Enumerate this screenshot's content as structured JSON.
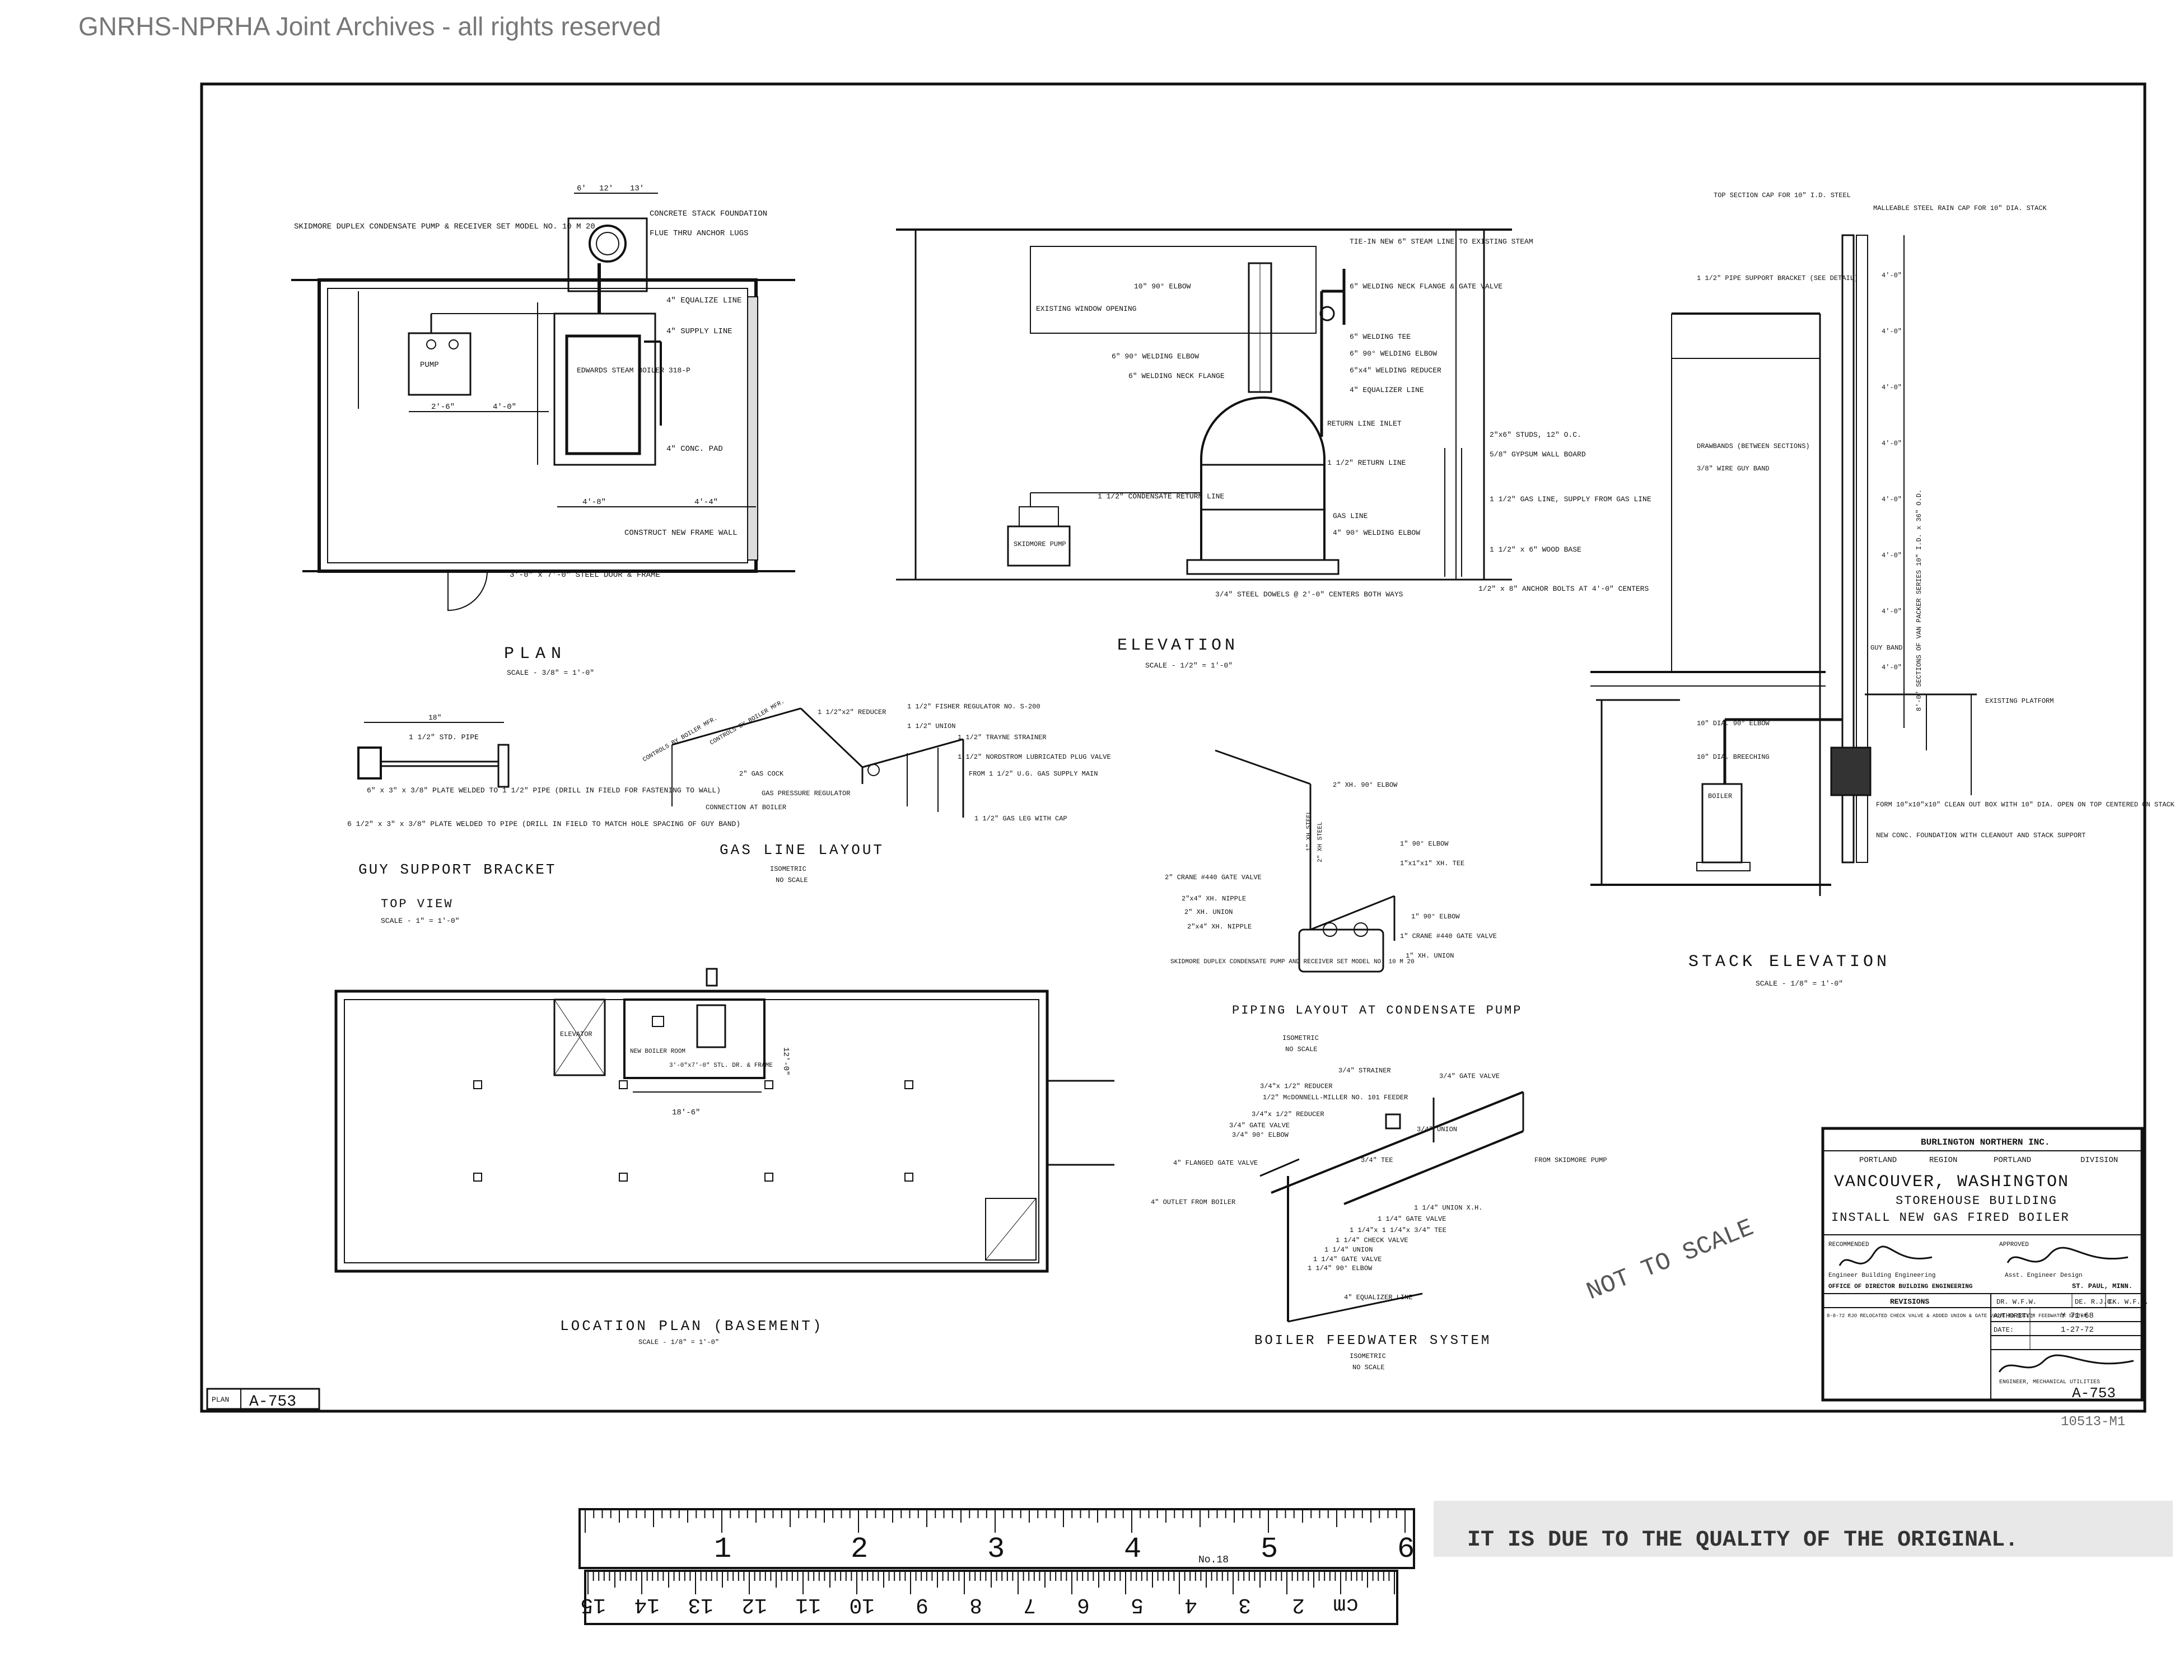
{
  "archive_header": "GNRHS-NPRHA Joint Archives - all rights reserved",
  "stamp": "NOT TO SCALE",
  "plan": {
    "title": "PLAN",
    "scale": "SCALE - 3/8\" = 1'-0\"",
    "notes": {
      "pump": "SKIDMORE DUPLEX CONDENSATE PUMP & RECEIVER SET MODEL NO. 10 M 20",
      "pump_label": "PUMP",
      "boiler": "EDWARDS STEAM BOILER 318-P",
      "concrete": "CONCRETE STACK FOUNDATION",
      "flue": "FLUE THRU ANCHOR LUGS",
      "supply": "4\" SUPPLY LINE",
      "equalize": "4\" EQUALIZE LINE",
      "pad": "4\" CONC. PAD",
      "frame_wall": "CONSTRUCT NEW FRAME WALL",
      "door": "3'-0\" x 7'-0\" STEEL DOOR & FRAME",
      "d1": "2'-6\"",
      "d2": "4'-0\"",
      "d3": "4'-8\"",
      "d4": "4'-4\"",
      "d5": "6'",
      "d6": "12'",
      "d7": "13'"
    }
  },
  "elevation": {
    "title": "ELEVATION",
    "scale": "SCALE - 1/2\" = 1'-0\"",
    "notes": [
      "10\" 90° ELBOW",
      "EXISTING WINDOW OPENING",
      "6\" 90° WELDING ELBOW",
      "6\" WELDING NECK FLANGE",
      "1 1/2\" CONDENSATE RETURN LINE",
      "SKIDMORE PUMP",
      "TIE-IN NEW 6\" STEAM LINE TO EXISTING STEAM",
      "6\" WELDING NECK FLANGE & GATE VALVE",
      "6\" WELDING TEE",
      "6\" 90° WELDING ELBOW",
      "6\"x4\" WELDING REDUCER",
      "4\" EQUALIZER LINE",
      "RETURN LINE INLET",
      "1 1/2\" RETURN LINE",
      "GAS LINE",
      "4\" 90° WELDING ELBOW",
      "2\"x6\" STUDS, 12\" O.C.",
      "5/8\" GYPSUM WALL BOARD",
      "1 1/2\" GAS LINE, SUPPLY FROM GAS LINE",
      "1 1/2\" x 6\" WOOD BASE",
      "3/4\" STEEL DOWELS @ 2'-0\" CENTERS BOTH WAYS",
      "1/2\" x 8\" ANCHOR BOLTS AT 4'-0\" CENTERS"
    ]
  },
  "stack_elevation": {
    "title": "STACK ELEVATION",
    "scale": "SCALE - 1/8\" = 1'-0\"",
    "notes": [
      "MALLEABLE STEEL RAIN CAP FOR 10\" DIA. STACK",
      "TOP SECTION CAP FOR 10\" I.D. STEEL",
      "1 1/2\" PIPE SUPPORT BRACKET (SEE DETAIL)",
      "DRAWBANDS (BETWEEN SECTIONS)",
      "3/8\" WIRE GUY BAND",
      "GUY BAND",
      "EXISTING PLATFORM",
      "10\" DIA. 90° ELBOW",
      "10\" DIA. BREECHING",
      "BOILER",
      "FORM 10\"x10\"x10\" CLEAN OUT BOX WITH 10\" DIA. OPEN ON TOP CENTERED ON STACK",
      "NEW CONC. FOUNDATION WITH CLEANOUT AND STACK SUPPORT"
    ],
    "dims": [
      "4'-0\"",
      "4'-0\"",
      "4'-0\"",
      "4'-0\"",
      "4'-0\"",
      "4'-0\"",
      "4'-0\"",
      "4'-0\""
    ],
    "vertical_note": "8'-0\" SECTIONS OF VAN PACKER SERIES 10\" I.D. x 36\" O.D."
  },
  "guy_support": {
    "title": "GUY SUPPORT BRACKET",
    "subtitle": "TOP VIEW",
    "scale": "SCALE - 1\" = 1'-0\"",
    "dim": "18\"",
    "notes": [
      "1 1/2\" STD. PIPE",
      "6\" x 3\" x 3/8\" PLATE WELDED TO 1 1/2\" PIPE (DRILL IN FIELD FOR FASTENING TO WALL)",
      "6 1/2\" x 3\" x 3/8\" PLATE WELDED TO PIPE (DRILL IN FIELD TO MATCH HOLE SPACING OF GUY BAND)"
    ]
  },
  "gas_line": {
    "title": "GAS LINE LAYOUT",
    "subtitle": "ISOMETRIC",
    "scale": "NO SCALE",
    "notes": [
      "1 1/2\"x2\" REDUCER",
      "1 1/2\" FISHER REGULATOR NO. S-200",
      "1 1/2\" UNION",
      "1 1/2\" TRAYNE STRAINER",
      "1 1/2\" NORDSTROM LUBRICATED PLUG VALVE",
      "FROM 1 1/2\" U.G. GAS SUPPLY MAIN",
      "1 1/2\" GAS LEG WITH CAP",
      "2\" GAS COCK",
      "GAS PRESSURE REGULATOR",
      "CONNECTION AT BOILER",
      "CONTROLS BY BOILER MFR.",
      "CONTROLS BY BOILER MFR."
    ]
  },
  "piping": {
    "title": "PIPING LAYOUT AT CONDENSATE PUMP",
    "subtitle": "ISOMETRIC",
    "scale": "NO SCALE",
    "notes": [
      "2\" XH. 90° ELBOW",
      "1\" 90° ELBOW",
      "1\"x1\"x1\" XH. TEE",
      "2\" CRANE #440 GATE VALVE",
      "2\"x4\" XH. NIPPLE",
      "2\" XH. UNION",
      "2\"x4\" XH. NIPPLE",
      "1\" 90° ELBOW",
      "1\" CRANE #440 GATE VALVE",
      "1\" XH. UNION",
      "SKIDMORE DUPLEX CONDENSATE PUMP AND RECEIVER SET MODEL NO. 10 M 20",
      "2\" XH STEEL",
      "1\" XH STEEL"
    ]
  },
  "feedwater": {
    "title": "BOILER FEEDWATER SYSTEM",
    "subtitle": "ISOMETRIC",
    "scale": "NO SCALE",
    "notes": [
      "3/4\" STRAINER",
      "3/4\" GATE VALVE",
      "3/4\"x 1/2\" REDUCER",
      "1/2\" McDONNELL-MILLER NO. 101 FEEDER",
      "3/4\"x 1/2\" REDUCER",
      "3/4\" GATE VALVE",
      "3/4\" 90° ELBOW",
      "3/4\" UNION",
      "3/4\" TEE",
      "4\" FLANGED GATE VALVE",
      "FROM SKIDMORE PUMP",
      "4\" OUTLET FROM BOILER",
      "1 1/4\" UNION X.H.",
      "1 1/4\" GATE VALVE",
      "1 1/4\"x 1 1/4\"x 3/4\" TEE",
      "1 1/4\" CHECK VALVE",
      "1 1/4\" UNION",
      "1 1/4\" GATE VALVE",
      "1 1/4\" 90° ELBOW",
      "4\" EQUALIZER LINE"
    ]
  },
  "location": {
    "title": "LOCATION PLAN (BASEMENT)",
    "scale": "SCALE - 1/8\" = 1'-0\"",
    "elevator": "ELEVATOR",
    "boiler_room": "NEW BOILER ROOM",
    "door": "3'-0\"x7'-0\" STL. DR. & FRAME",
    "d1": "18'-6\"",
    "d2": "12'-0\""
  },
  "plan_number": {
    "label": "PLAN",
    "value": "A-753"
  },
  "title_block": {
    "company": "BURLINGTON NORTHERN INC.",
    "region_value": "PORTLAND",
    "region_label": "REGION",
    "division_value": "PORTLAND",
    "division_label": "DIVISION",
    "line1": "VANCOUVER, WASHINGTON",
    "line2": "STOREHOUSE BUILDING",
    "line3": "INSTALL NEW GAS FIRED BOILER",
    "recommended": "RECOMMENDED",
    "approved": "APPROVED",
    "sig1_role": "Engineer Building Engineering",
    "sig2_role": "Asst. Engineer Design",
    "office": "OFFICE OF DIRECTOR BUILDING ENGINEERING",
    "city": "ST. PAUL, MINN.",
    "revisions": "REVISIONS",
    "rev_text": "8-8-72 RJO RELOCATED CHECK VALVE & ADDED UNION & GATE VALVE TO BOILER FEEDWATER SYSTEM",
    "drawn": "DR. W.F.W.",
    "des": "DE. R.J.O.",
    "ck": "CK. W.F.W.",
    "authority_label": "AUTHORITY:",
    "authority_value": "Y 71-68",
    "date_label": "DATE:",
    "date_value": "1-27-72",
    "bottom_role": "ENGINEER, MECHANICAL UTILITIES",
    "number": "A-753"
  },
  "margin_number": "10513-M1",
  "ruler": {
    "inch_labels": [
      "1",
      "2",
      "3",
      "4",
      "5",
      "6"
    ],
    "cm_labels": [
      "cm",
      "2",
      "3",
      "4",
      "5",
      "6",
      "7",
      "8",
      "9",
      "10",
      "11",
      "12",
      "13",
      "14",
      "15"
    ],
    "maker": "No.18"
  },
  "notice": "IT IS DUE TO THE QUALITY OF THE ORIGINAL."
}
